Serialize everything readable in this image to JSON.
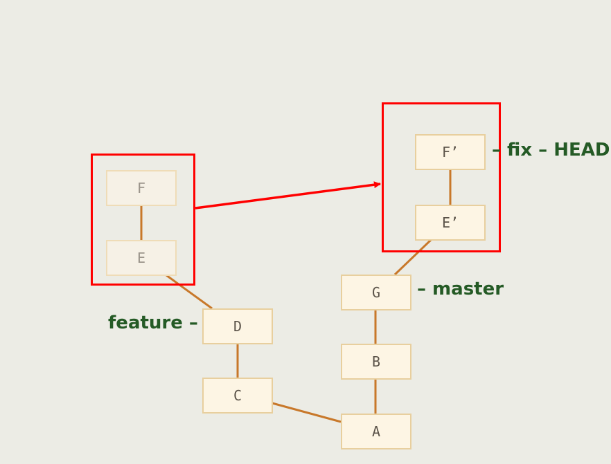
{
  "diagram": {
    "nodes": {
      "A": "A",
      "B": "B",
      "C": "C",
      "D": "D",
      "G": "G",
      "E": "E",
      "F": "F",
      "E_prime": "E’",
      "F_prime": "F’"
    },
    "labels": {
      "feature": "feature –",
      "master": "– master",
      "fix_head": "– fix – HEAD"
    },
    "colors": {
      "background": "#ecece5",
      "node_fill": "#fdf5e4",
      "node_border": "#e8cf9e",
      "edge": "#c8782a",
      "highlight": "#ff0000",
      "label_text": "#245a25"
    }
  }
}
